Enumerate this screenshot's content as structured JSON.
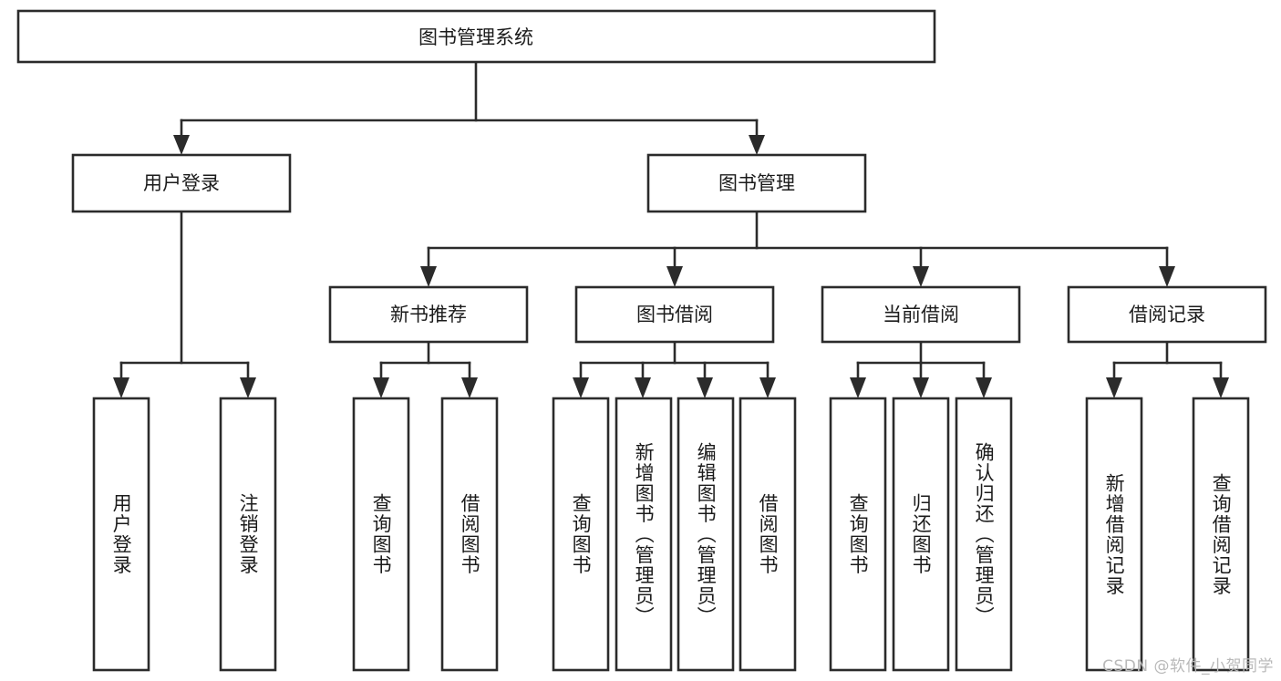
{
  "diagram": {
    "title": "图书管理系统",
    "type": "tree-hierarchy-diagram",
    "watermark": "CSDN @软件_小贺同学",
    "colors": {
      "stroke": "#2b2b2b",
      "fill": "#ffffff",
      "text": "#1b1b1b",
      "watermark": "#b9b9b9"
    },
    "root": {
      "label": "图书管理系统"
    },
    "level2": [
      {
        "label": "用户登录"
      },
      {
        "label": "图书管理"
      }
    ],
    "level3": [
      {
        "label": "新书推荐"
      },
      {
        "label": "图书借阅"
      },
      {
        "label": "当前借阅"
      },
      {
        "label": "借阅记录"
      }
    ],
    "leaves": {
      "user_login": [
        {
          "label": "用户登录"
        },
        {
          "label": "注销登录"
        }
      ],
      "new_book_recommend": [
        {
          "label": "查询图书"
        },
        {
          "label": "借阅图书"
        }
      ],
      "book_borrow": [
        {
          "label": "查询图书"
        },
        {
          "label": "新增图书（管理员）"
        },
        {
          "label": "编辑图书（管理员）"
        },
        {
          "label": "借阅图书"
        }
      ],
      "current_borrow": [
        {
          "label": "查询图书"
        },
        {
          "label": "归还图书"
        },
        {
          "label": "确认归还（管理员）"
        }
      ],
      "borrow_record": [
        {
          "label": "新增借阅记录"
        },
        {
          "label": "查询借阅记录"
        }
      ]
    }
  }
}
